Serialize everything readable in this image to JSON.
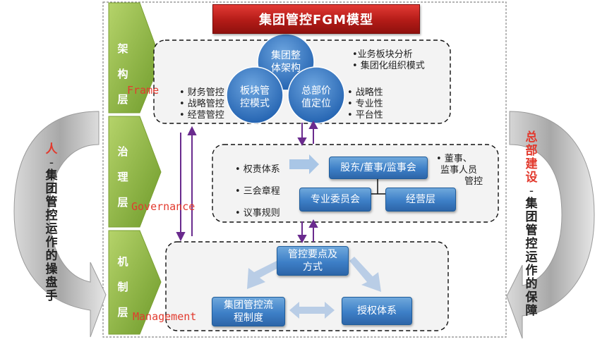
{
  "title": "集团管控FGM模型",
  "layers": [
    {
      "cn": [
        "架",
        "构",
        "层"
      ],
      "en": "Frame"
    },
    {
      "cn": [
        "治",
        "理",
        "层"
      ],
      "en": "Governance"
    },
    {
      "cn": [
        "机",
        "制",
        "层"
      ],
      "en": "Management"
    }
  ],
  "frame": {
    "circles": {
      "top": [
        "集团整",
        "体架构"
      ],
      "left": [
        "板块管",
        "控模式"
      ],
      "right": [
        "总部价",
        "值定位"
      ]
    },
    "bullets_top_right": [
      "•业务板块分析",
      "• 集团化组织模式"
    ],
    "bullets_left": [
      "• 财务管控",
      "• 战略管控",
      "• 经营管控"
    ],
    "bullets_right": [
      "• 战略性",
      "• 专业性",
      "• 平台性"
    ]
  },
  "governance": {
    "bullets_left": [
      "• 权责体系",
      "• 三会章程",
      "• 议事规则"
    ],
    "boxes": {
      "top": "股东/董事/监事会",
      "left": "专业委员会",
      "right": "经营层"
    },
    "note": [
      "• 董事、",
      "监事人员",
      "管控"
    ]
  },
  "management": {
    "boxes": {
      "top": [
        "管控要点及",
        "方式"
      ],
      "left": [
        "集团管控流",
        "程制度"
      ],
      "right": "授权体系"
    }
  },
  "left_arrow": {
    "head": "人",
    "dash": "-",
    "body": [
      "集",
      "团",
      "管",
      "控",
      "运",
      "作",
      "的",
      "操",
      "盘",
      "手"
    ]
  },
  "right_arrow": {
    "head": [
      "总",
      "部",
      "建",
      "设"
    ],
    "dash": "-",
    "body": [
      "集",
      "团",
      "管",
      "控",
      "运",
      "作",
      "的",
      "保",
      "障"
    ]
  },
  "colors": {
    "accent_red": "#e23a2e",
    "layer_green": "#8cb43c",
    "box_blue": "#3d7fc7"
  }
}
